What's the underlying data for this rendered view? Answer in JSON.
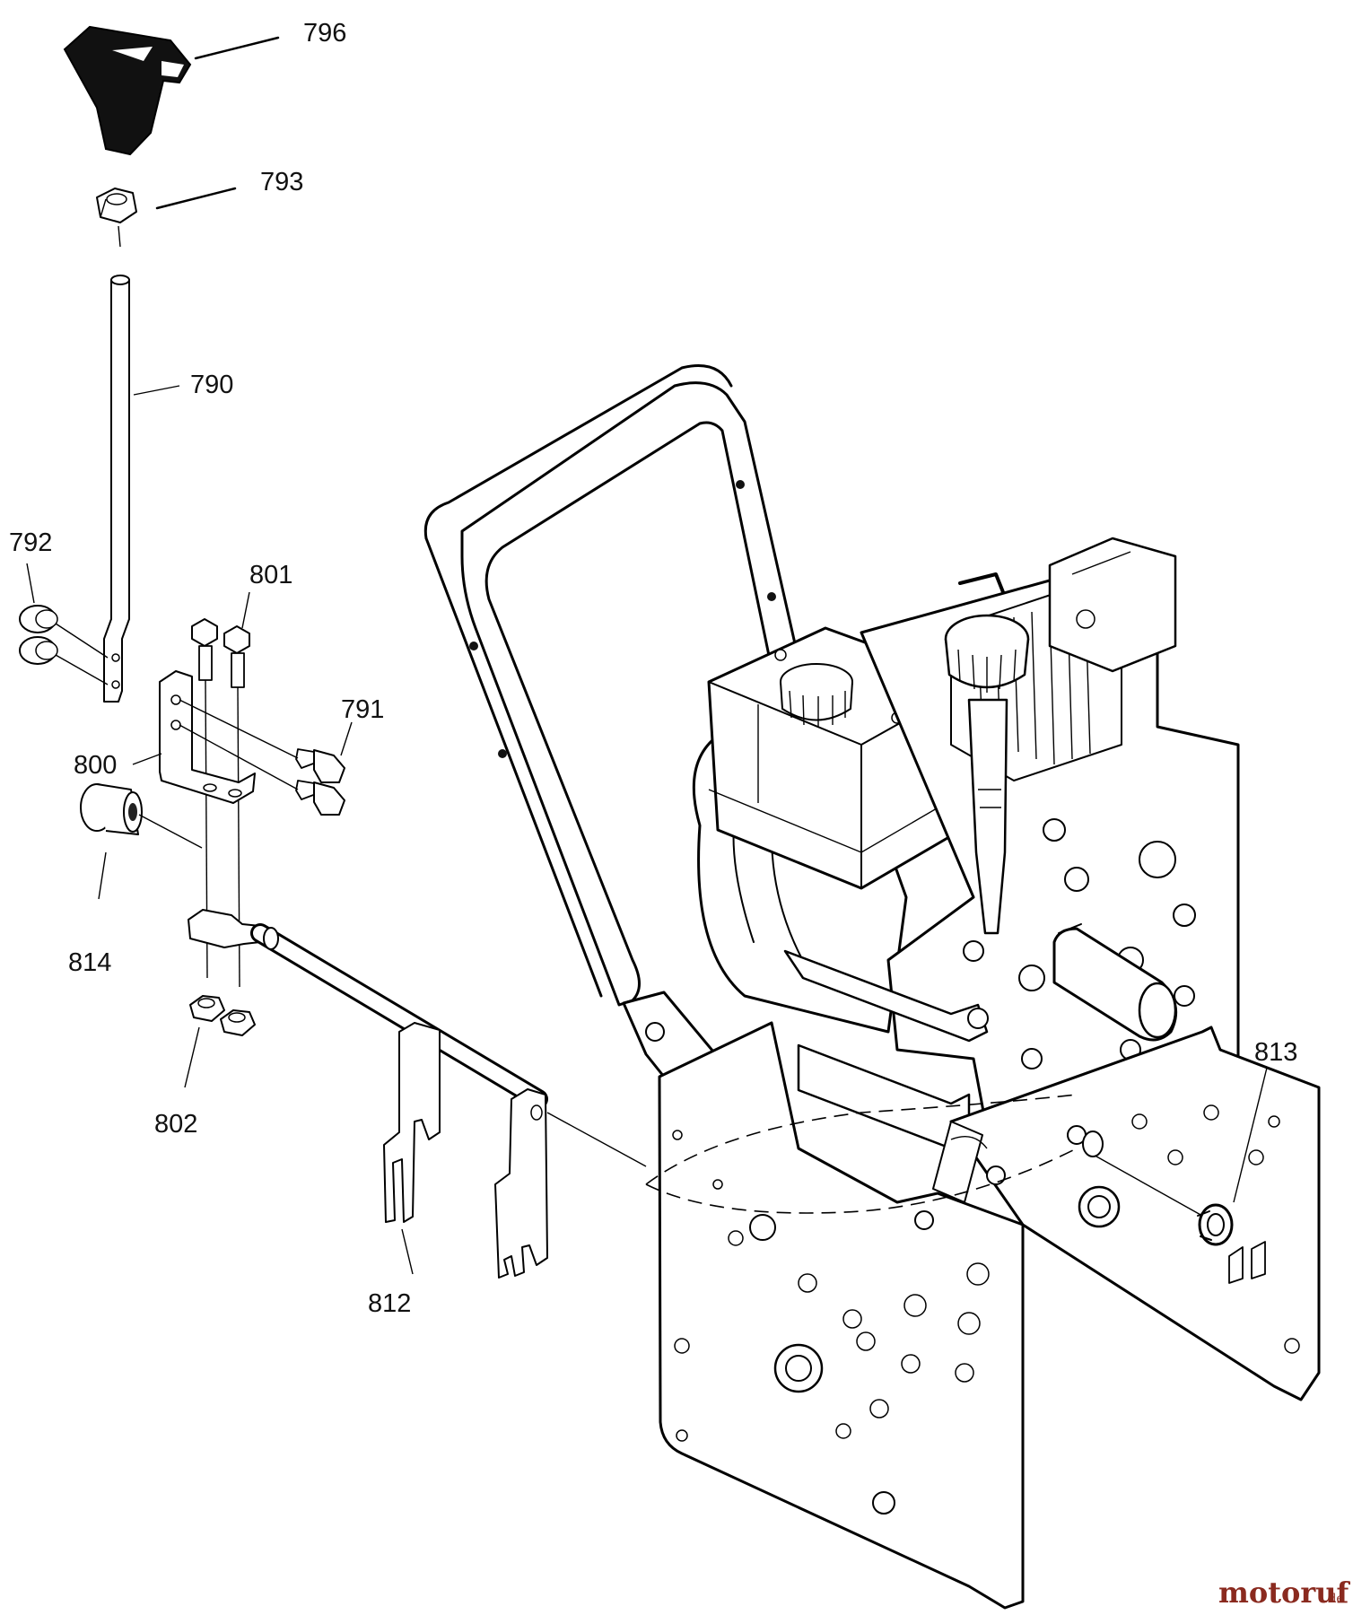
{
  "labels": {
    "l796": "796",
    "l793": "793",
    "l790": "790",
    "l792": "792",
    "l801": "801",
    "l791": "791",
    "l800": "800",
    "l814": "814",
    "l802": "802",
    "l812": "812",
    "l813": "813"
  },
  "watermark": {
    "brand": "motoruf",
    "suffix": ".de"
  }
}
